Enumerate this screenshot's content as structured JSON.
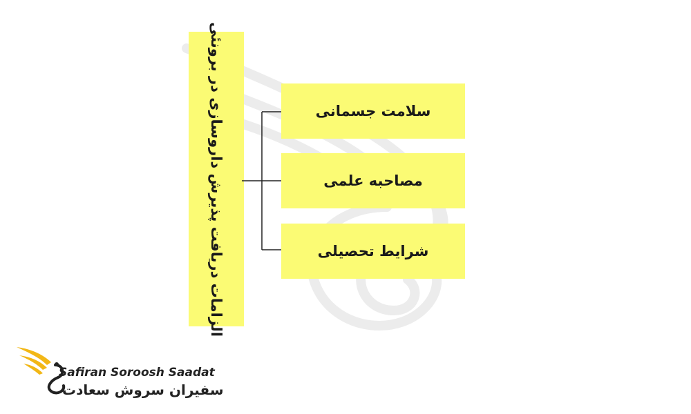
{
  "main": {
    "title": "الزامات دریافت پذیرش داروسازی در برونئی"
  },
  "items": [
    {
      "label": "سلامت جسمانی"
    },
    {
      "label": "مصاحبه علمی"
    },
    {
      "label": "شرایط تحصیلی"
    }
  ],
  "brand": {
    "name_en": "Safiran Soroosh Saadat",
    "name_fa": "سفیران سروش سعادت"
  },
  "colors": {
    "box_fill": "#fbfb74",
    "logo_gold": "#f2b716",
    "text": "#1a1a1a"
  }
}
